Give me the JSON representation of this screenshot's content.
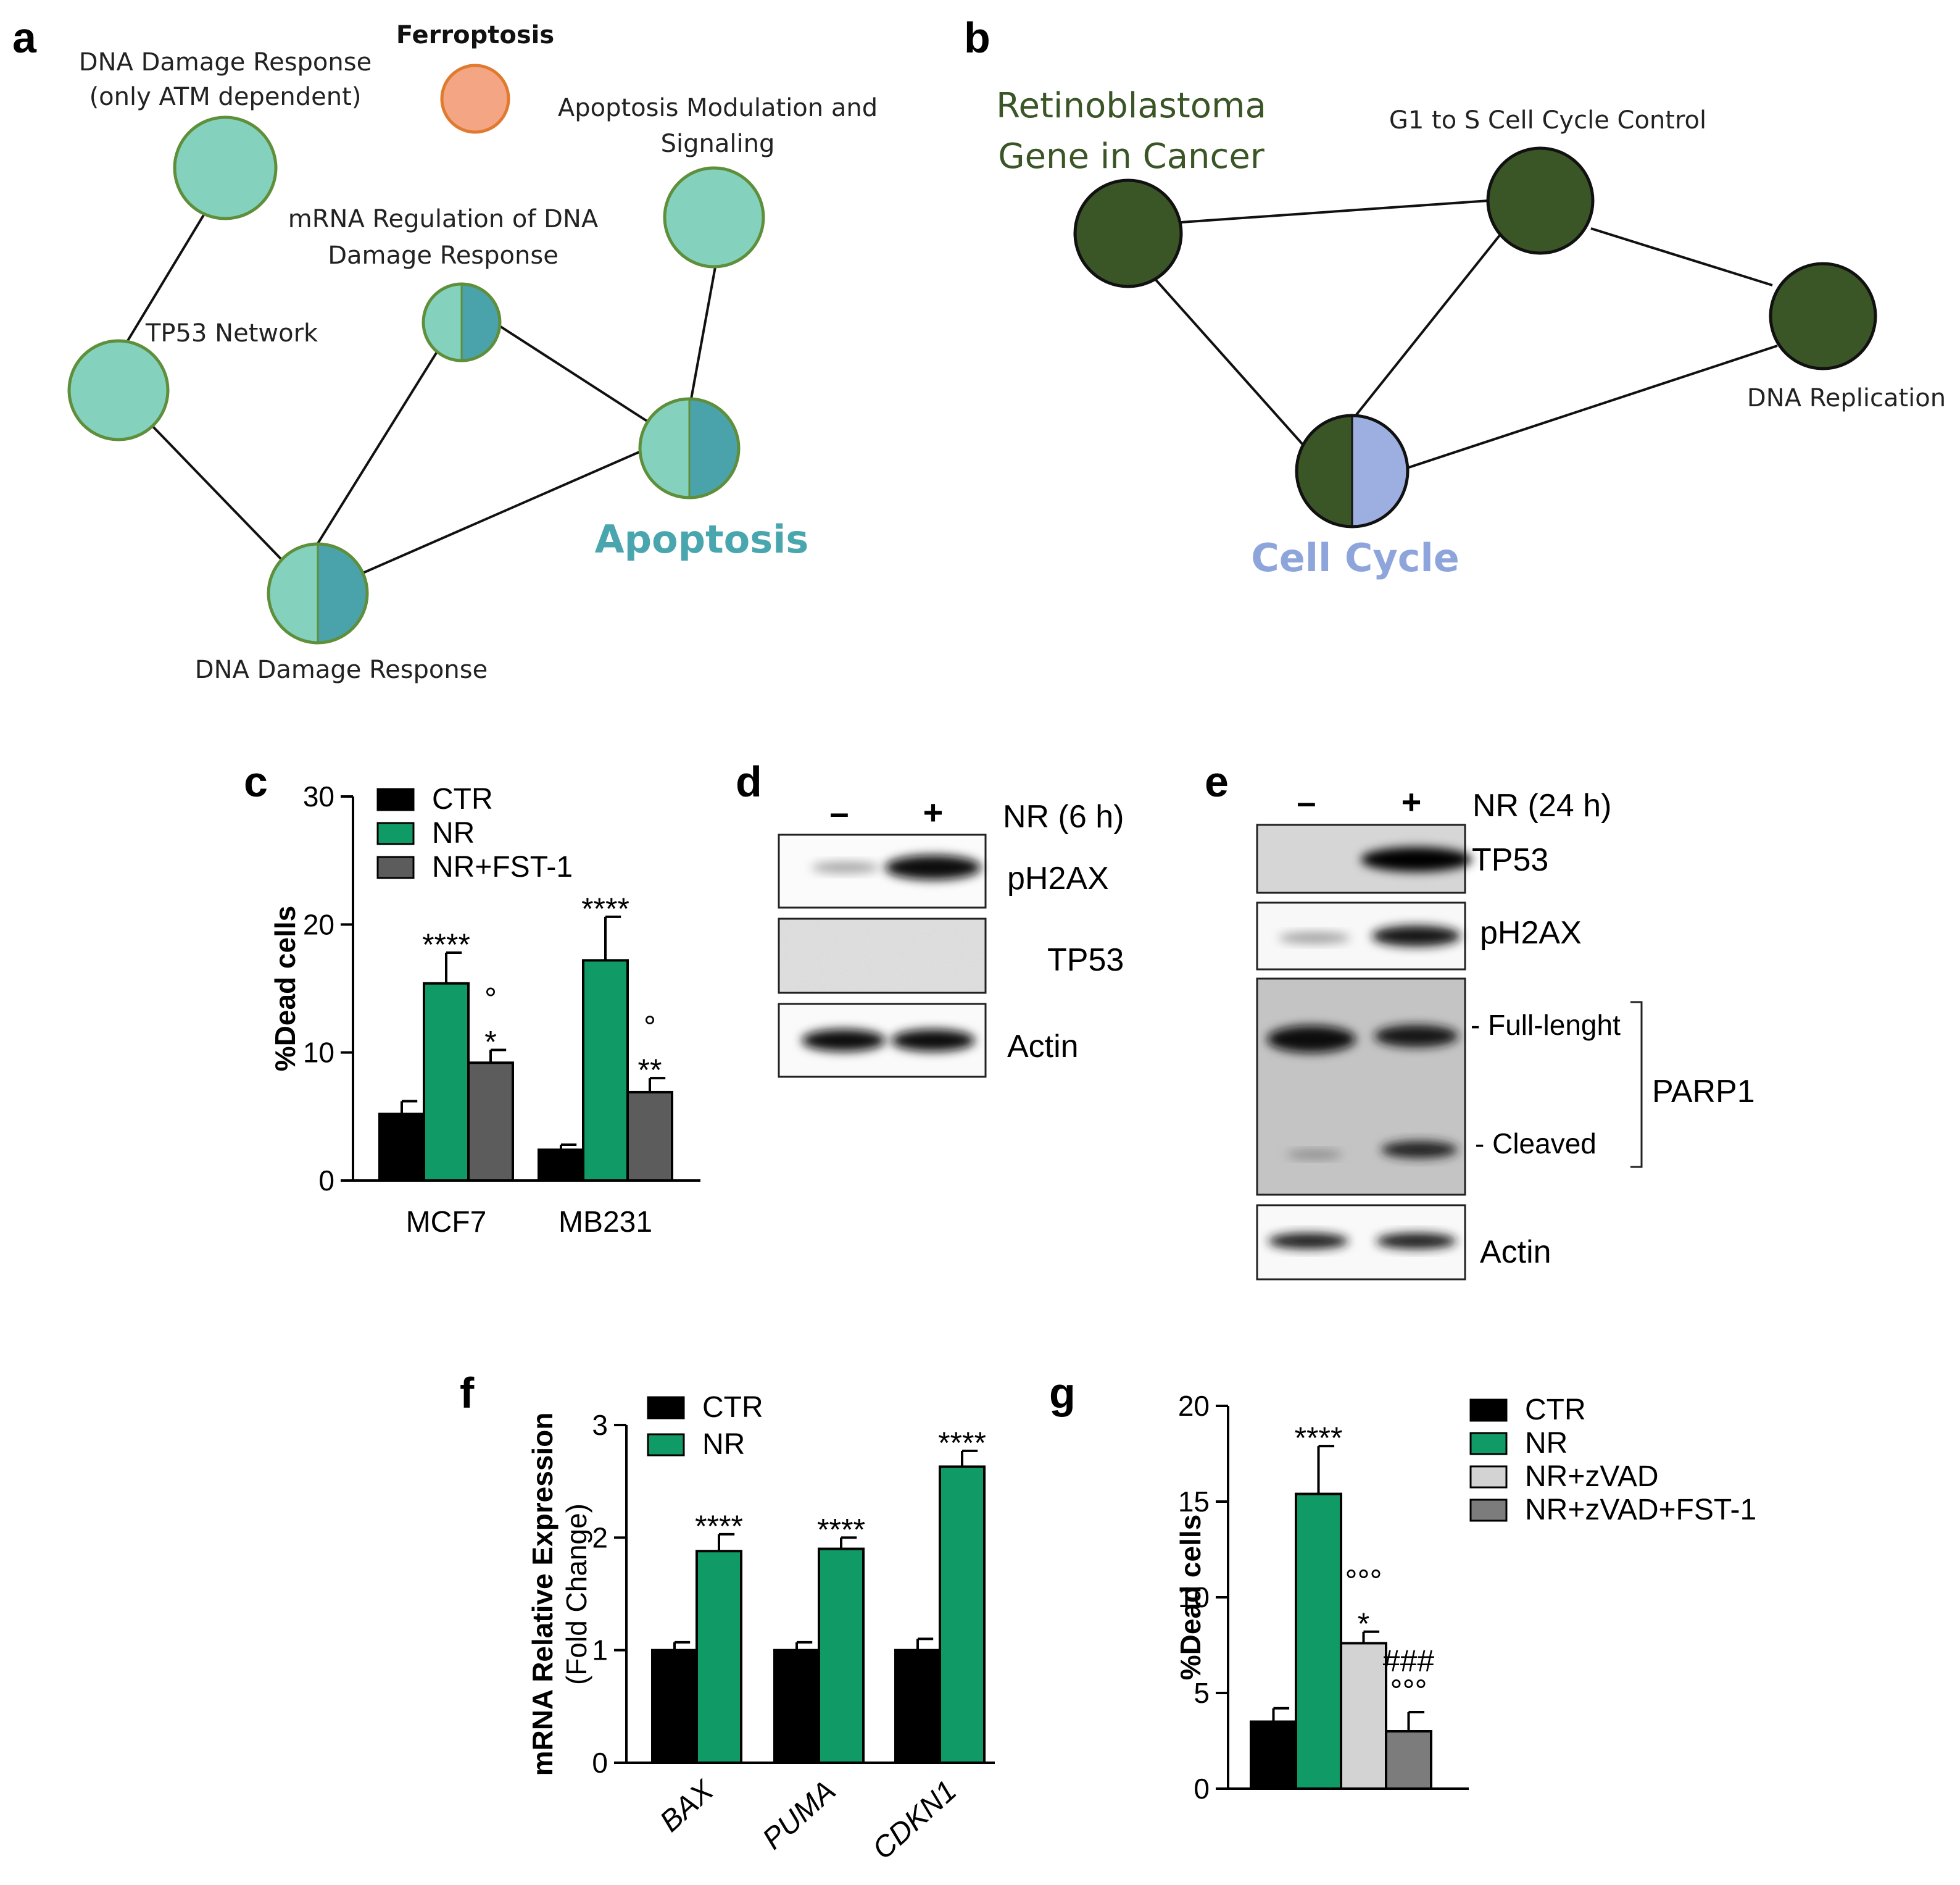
{
  "panel_labels": {
    "a": "a",
    "b": "b",
    "c": "c",
    "d": "d",
    "e": "e",
    "f": "f",
    "g": "g"
  },
  "colors": {
    "teal_light": "#84d1be",
    "teal_dark": "#4aa3ab",
    "node_border": "#5f8f3a",
    "ferroptosis": "#f3a584",
    "ferroptosis_border": "#e07a2f",
    "dark_green": "#3a5526",
    "cell_cycle_blue": "#9daee0",
    "apoptosis_text": "#4aa6ae",
    "cell_cycle_text": "#8ea5dc",
    "retino_text": "#3a5526",
    "ctr": "#000000",
    "nr": "#109b66",
    "fst": "#5c5c5c",
    "zvad": "#d3d3d3",
    "zvad_fst": "#7c7c7c"
  },
  "network_a": {
    "ferroptosis_label": "Ferroptosis",
    "dna_damage_atm_line1": "DNA Damage Response",
    "dna_damage_atm_line2": "(only ATM dependent)",
    "apoptosis_mod_line1": "Apoptosis Modulation and",
    "apoptosis_mod_line2": "Signaling",
    "mrna_reg_line1": "mRNA Regulation of DNA",
    "mrna_reg_line2": "Damage Response",
    "tp53_network": "TP53 Network",
    "apoptosis": "Apoptosis",
    "dna_damage_response": "DNA Damage Response"
  },
  "network_b": {
    "retino_line1": "Retinoblastoma",
    "retino_line2": "Gene in Cancer",
    "g1_to_s": "G1 to S Cell Cycle Control",
    "dna_replication": "DNA Replication",
    "cell_cycle": "Cell Cycle"
  },
  "blot_d": {
    "minus": "–",
    "plus": "+",
    "treatment": "NR (6 h)",
    "bands": [
      "pH2AX",
      "TP53",
      "Actin"
    ]
  },
  "blot_e": {
    "minus": "–",
    "plus": "+",
    "treatment": "NR (24 h)",
    "bands": [
      "TP53",
      "pH2AX",
      "- Full-lenght",
      "- Cleaved",
      "PARP1",
      "Actin"
    ]
  },
  "chart_data": [
    {
      "panel": "c",
      "type": "bar",
      "ylabel": "%Dead cells",
      "ylim": [
        0,
        30
      ],
      "yticks": [
        "0",
        "10",
        "20",
        "30"
      ],
      "categories": [
        "MCF7",
        "MB231"
      ],
      "legend": [
        "CTR",
        "NR",
        "NR+FST-1"
      ],
      "series": [
        {
          "name": "CTR",
          "values": [
            5.2,
            2.4
          ],
          "errors": [
            1.0,
            0.4
          ]
        },
        {
          "name": "NR",
          "values": [
            15.4,
            17.2
          ],
          "errors": [
            2.4,
            3.4
          ]
        },
        {
          "name": "NR+FST-1",
          "values": [
            9.2,
            6.9
          ],
          "errors": [
            1.0,
            1.1
          ]
        }
      ],
      "annotations": [
        {
          "category": 0,
          "series": 1,
          "text": "****"
        },
        {
          "category": 0,
          "series": 2,
          "text": "°"
        },
        {
          "category": 0,
          "series": 2,
          "text": "*"
        },
        {
          "category": 1,
          "series": 1,
          "text": "****"
        },
        {
          "category": 1,
          "series": 2,
          "text": "°"
        },
        {
          "category": 1,
          "series": 2,
          "text": "**"
        }
      ]
    },
    {
      "panel": "f",
      "type": "bar",
      "ylabel": "mRNA Relative Expression",
      "ylabel2": "(Fold Change)",
      "ylim": [
        0,
        3
      ],
      "yticks": [
        "0",
        "1",
        "2",
        "3"
      ],
      "categories": [
        "BAX",
        "PUMA",
        "CDKN1"
      ],
      "legend": [
        "CTR",
        "NR"
      ],
      "series": [
        {
          "name": "CTR",
          "values": [
            1.0,
            1.0,
            1.0
          ],
          "errors": [
            0.07,
            0.07,
            0.1
          ]
        },
        {
          "name": "NR",
          "values": [
            1.88,
            1.9,
            2.63
          ],
          "errors": [
            0.15,
            0.1,
            0.14
          ]
        }
      ],
      "annotations": [
        {
          "category": 0,
          "series": 1,
          "text": "****"
        },
        {
          "category": 1,
          "series": 1,
          "text": "****"
        },
        {
          "category": 2,
          "series": 1,
          "text": "****"
        }
      ]
    },
    {
      "panel": "g",
      "type": "bar",
      "ylabel": "%Dead cells",
      "ylim": [
        0,
        20
      ],
      "yticks": [
        "0",
        "5",
        "10",
        "15",
        "20"
      ],
      "categories": [
        ""
      ],
      "legend": [
        "CTR",
        "NR",
        "NR+zVAD",
        "NR+zVAD+FST-1"
      ],
      "series": [
        {
          "name": "CTR",
          "values": [
            3.5
          ],
          "errors": [
            0.7
          ]
        },
        {
          "name": "NR",
          "values": [
            15.4
          ],
          "errors": [
            2.5
          ]
        },
        {
          "name": "NR+zVAD",
          "values": [
            7.6
          ],
          "errors": [
            0.6
          ]
        },
        {
          "name": "NR+zVAD+FST-1",
          "values": [
            3.0
          ],
          "errors": [
            1.0
          ]
        }
      ],
      "annotations": [
        {
          "category": 0,
          "series": 1,
          "text": "****"
        },
        {
          "category": 0,
          "series": 2,
          "text": "°°°"
        },
        {
          "category": 0,
          "series": 2,
          "text": "*"
        },
        {
          "category": 0,
          "series": 3,
          "text": "###"
        },
        {
          "category": 0,
          "series": 3,
          "text": "°°°"
        }
      ]
    }
  ]
}
